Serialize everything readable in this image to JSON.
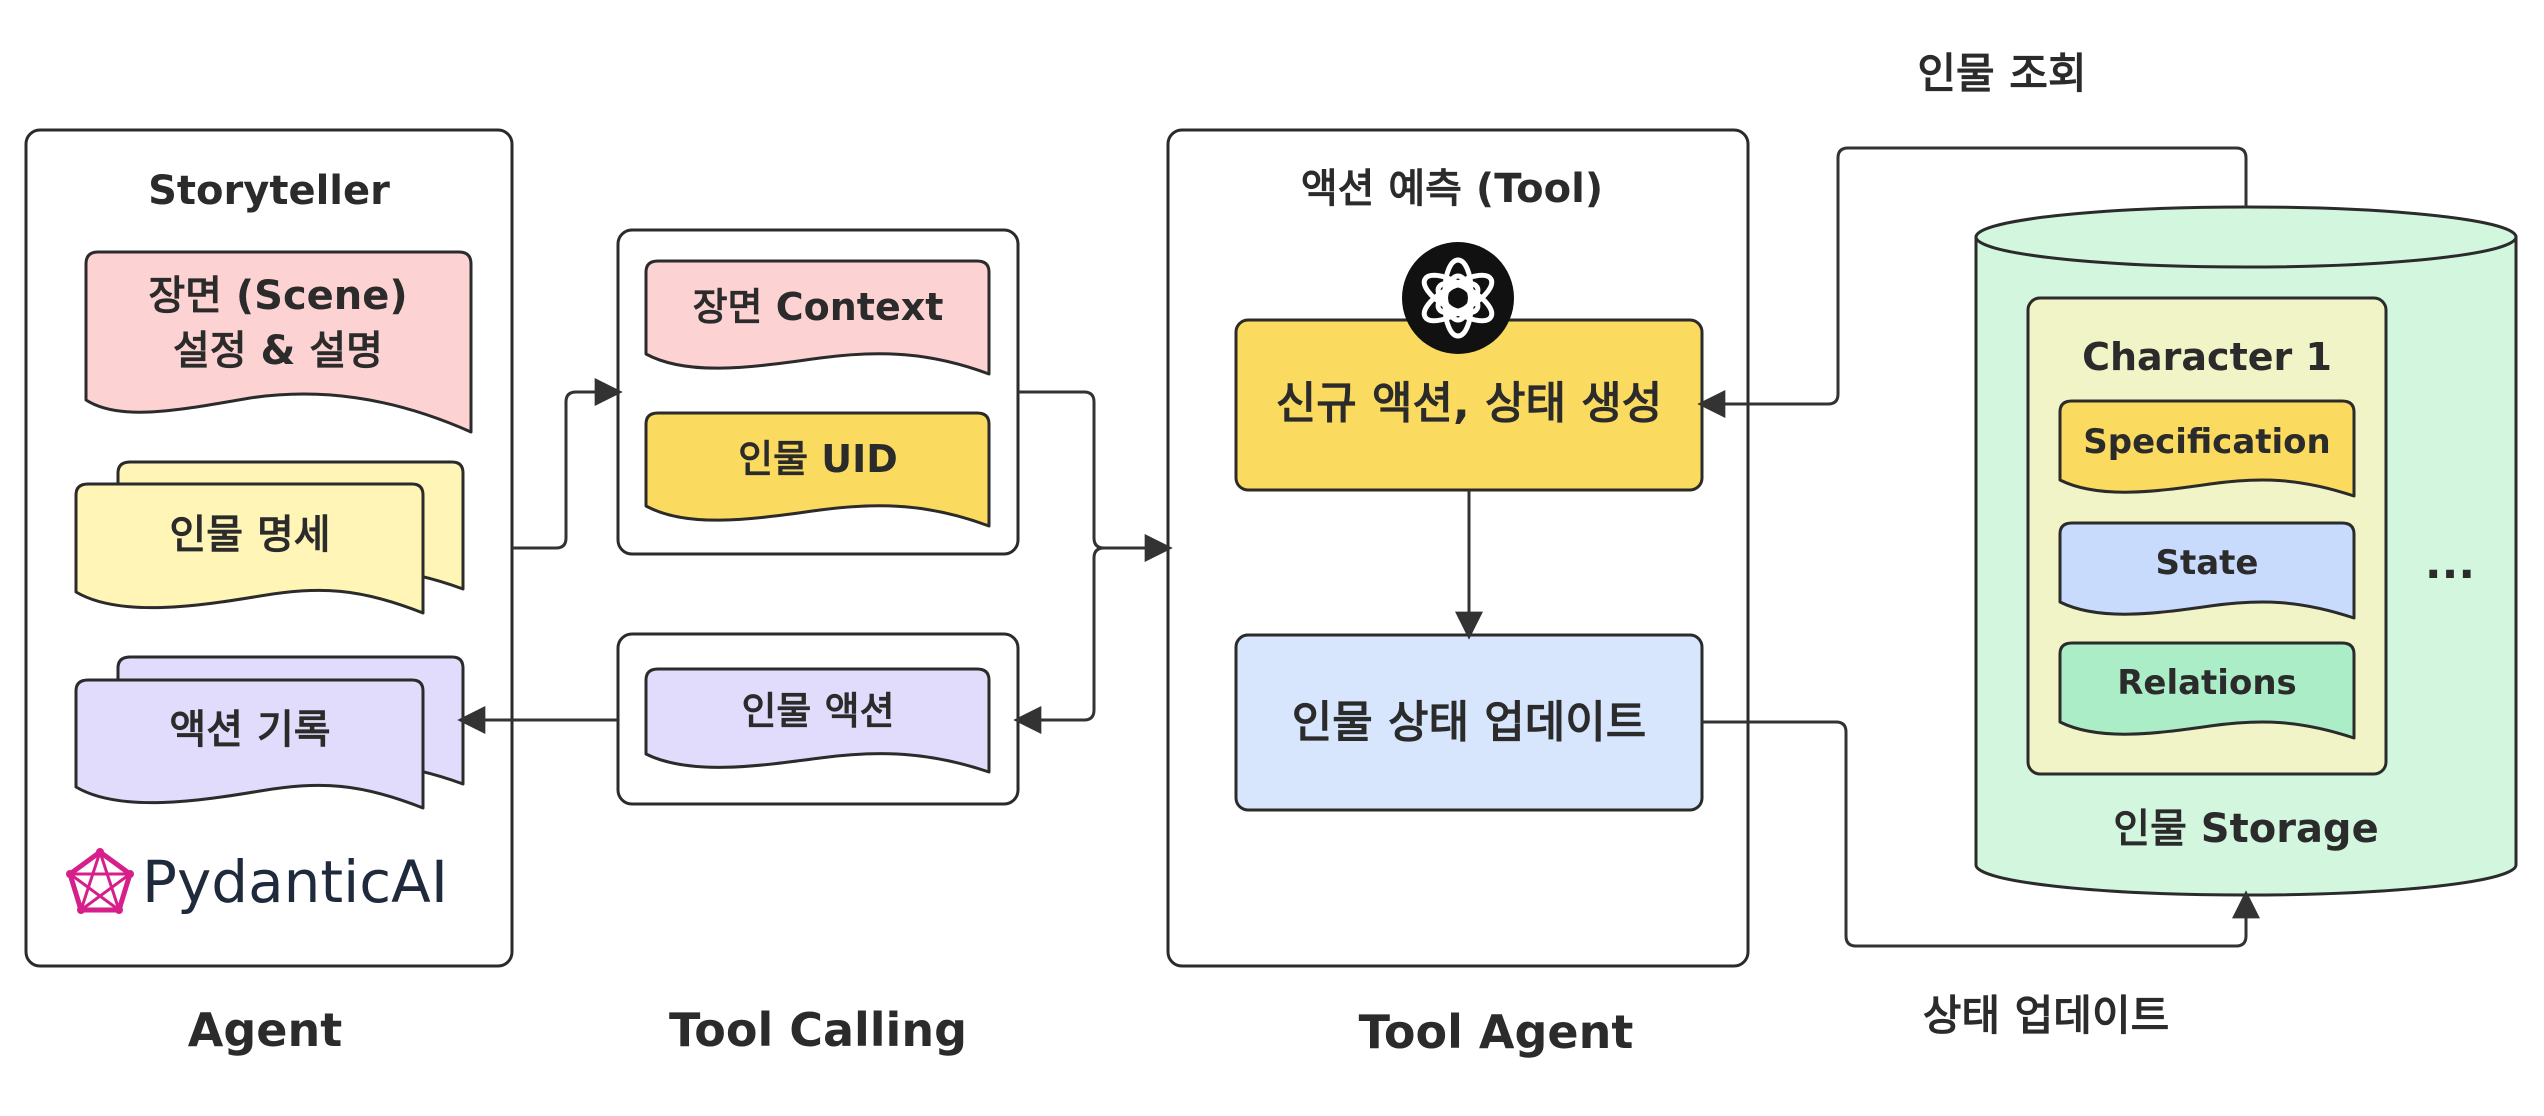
{
  "agent_panel": {
    "title": "Storyteller",
    "scene_doc": {
      "line1": "장면 (Scene)",
      "line2": "설정 & 설명"
    },
    "character_doc": "인물 명세",
    "action_log_doc": "액션 기록",
    "logo_text": "PydanticAI",
    "caption": "Agent"
  },
  "tool_calling": {
    "request": {
      "context_doc": "장면 Context",
      "uid_doc": "인물 UID"
    },
    "response": {
      "action_doc": "인물 액션"
    },
    "caption": "Tool Calling"
  },
  "tool_agent": {
    "title": "액션 예측 (Tool)",
    "generate_box": "신규 액션, 상태 생성",
    "update_box": "인물 상태 업데이트",
    "caption": "Tool Agent"
  },
  "storage": {
    "character_title": "Character 1",
    "specification": "Specification",
    "state": "State",
    "relations": "Relations",
    "more": "...",
    "label": "인물 Storage"
  },
  "flow_labels": {
    "lookup": "인물 조회",
    "update": "상태 업데이트"
  },
  "colors": {
    "pink": "#fdd2d2",
    "light_yellow": "#fef5b6",
    "yellow": "#fadb5f",
    "lavender": "#e1dcfb",
    "light_blue": "#d7e6fd",
    "blue": "#c8dbfc",
    "mint": "#d3f6df",
    "mint_dark": "#abedc6",
    "olive": "#f1f4c6",
    "logo": "#d61f8a",
    "logo_text": "#1f2a3c"
  }
}
